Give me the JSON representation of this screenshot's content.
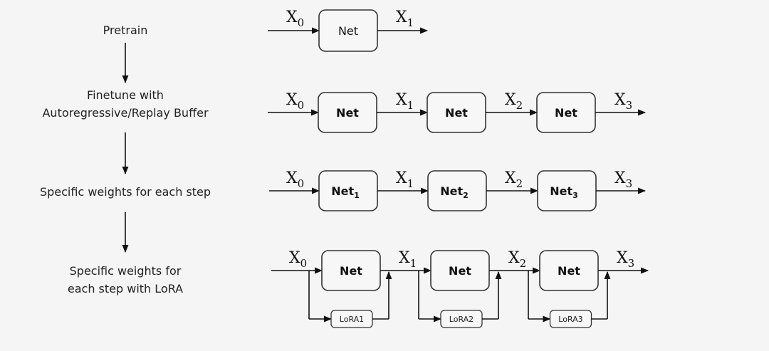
{
  "stages": [
    {
      "id": "pretrain",
      "lines": [
        "Pretrain"
      ]
    },
    {
      "id": "finetune",
      "lines": [
        "Finetune with",
        "Autoregressive/Replay Buffer"
      ]
    },
    {
      "id": "specific",
      "lines": [
        "Specific weights for each step"
      ]
    },
    {
      "id": "lora",
      "lines": [
        "Specific weights for",
        "each step with LoRA"
      ]
    }
  ],
  "rows": [
    {
      "id": "pretrain",
      "vars": [
        {
          "base": "X",
          "sub": "0"
        },
        {
          "base": "X",
          "sub": "1"
        }
      ],
      "nets": [
        {
          "label": "Net",
          "sub": ""
        }
      ],
      "bold": false
    },
    {
      "id": "finetune",
      "vars": [
        {
          "base": "X",
          "sub": "0"
        },
        {
          "base": "X",
          "sub": "1"
        },
        {
          "base": "X",
          "sub": "2"
        },
        {
          "base": "X",
          "sub": "3"
        }
      ],
      "nets": [
        {
          "label": "Net",
          "sub": ""
        },
        {
          "label": "Net",
          "sub": ""
        },
        {
          "label": "Net",
          "sub": ""
        }
      ],
      "bold": true
    },
    {
      "id": "specific",
      "vars": [
        {
          "base": "X",
          "sub": "0"
        },
        {
          "base": "X",
          "sub": "1"
        },
        {
          "base": "X",
          "sub": "2"
        },
        {
          "base": "X",
          "sub": "3"
        }
      ],
      "nets": [
        {
          "label": "Net",
          "sub": "1"
        },
        {
          "label": "Net",
          "sub": "2"
        },
        {
          "label": "Net",
          "sub": "3"
        }
      ],
      "bold": true
    },
    {
      "id": "lora",
      "vars": [
        {
          "base": "X",
          "sub": "0"
        },
        {
          "base": "X",
          "sub": "1"
        },
        {
          "base": "X",
          "sub": "2"
        },
        {
          "base": "X",
          "sub": "3"
        }
      ],
      "nets": [
        {
          "label": "Net",
          "sub": ""
        },
        {
          "label": "Net",
          "sub": ""
        },
        {
          "label": "Net",
          "sub": ""
        }
      ],
      "loras": [
        "LoRA1",
        "LoRA2",
        "LoRA3"
      ],
      "bold": true
    }
  ]
}
